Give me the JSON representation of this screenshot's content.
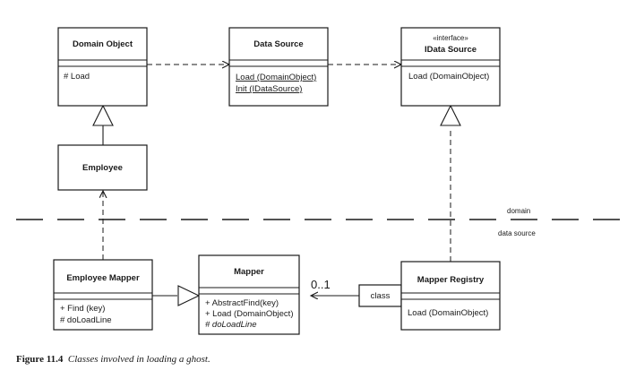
{
  "classes": {
    "domain_object": {
      "name": "Domain Object",
      "ops": [
        "# Load"
      ]
    },
    "data_source": {
      "name": "Data Source",
      "ops": [
        "Load (DomainObject)",
        "Init (IDataSource)"
      ]
    },
    "idata_source": {
      "stereotype": "«interface»",
      "name": "IData Source",
      "ops": [
        "Load (DomainObject)"
      ]
    },
    "employee": {
      "name": "Employee"
    },
    "employee_mapper": {
      "name": "Employee Mapper",
      "ops": [
        "+ Find (key)",
        "# doLoadLine"
      ]
    },
    "mapper": {
      "name": "Mapper",
      "ops": [
        "+ AbstractFind(key)",
        "+ Load (DomainObject)",
        "# doLoadLine"
      ]
    },
    "mapper_registry": {
      "name": "Mapper Registry",
      "ops": [
        "Load (DomainObject)"
      ]
    }
  },
  "labels": {
    "domain": "domain",
    "data_source": "data source",
    "qualifier": "class",
    "multiplicity": "0..1"
  },
  "caption": {
    "label": "Figure 11.4",
    "text": "Classes involved in loading a ghost."
  }
}
